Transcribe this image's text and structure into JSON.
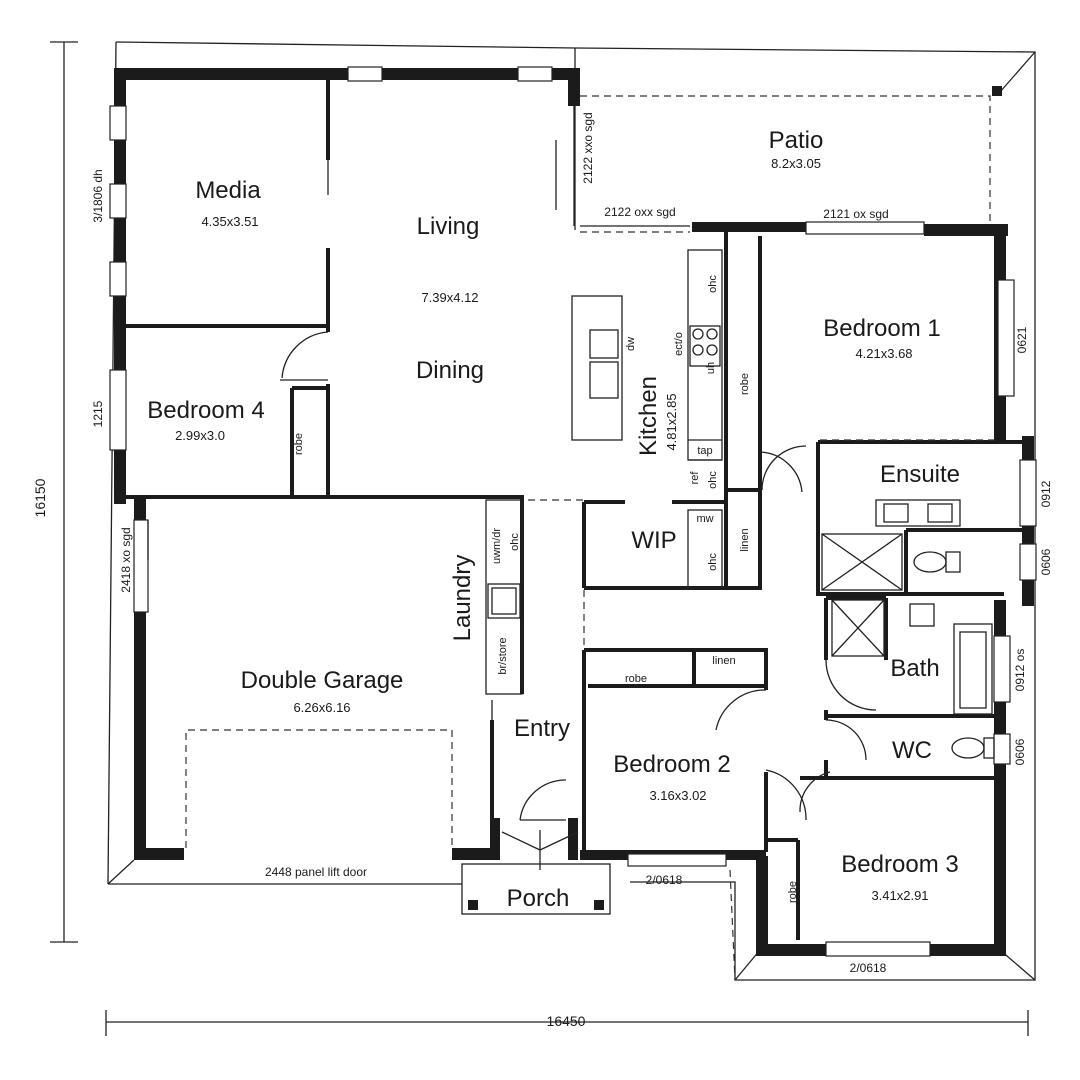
{
  "rooms": {
    "media": {
      "name": "Media",
      "dim": "4.35x3.51"
    },
    "living": {
      "name": "Living",
      "dim": "7.39x4.12"
    },
    "dining": {
      "name": "Dining"
    },
    "kitchen": {
      "name": "Kitchen",
      "dim": "4.81x2.85"
    },
    "patio": {
      "name": "Patio",
      "dim": "8.2x3.05"
    },
    "bedroom1": {
      "name": "Bedroom 1",
      "dim": "4.21x3.68"
    },
    "bedroom4": {
      "name": "Bedroom 4",
      "dim": "2.99x3.0"
    },
    "ensuite": {
      "name": "Ensuite"
    },
    "wip": {
      "name": "WIP"
    },
    "laundry": {
      "name": "Laundry"
    },
    "garage": {
      "name": "Double Garage",
      "dim": "6.26x6.16"
    },
    "entry": {
      "name": "Entry"
    },
    "bedroom2": {
      "name": "Bedroom 2",
      "dim": "3.16x3.02"
    },
    "bath": {
      "name": "Bath"
    },
    "wc": {
      "name": "WC"
    },
    "bedroom3": {
      "name": "Bedroom 3",
      "dim": "3.41x2.91"
    },
    "porch": {
      "name": "Porch"
    }
  },
  "labels": {
    "robe": "robe",
    "linen": "linen",
    "ohc": "ohc",
    "dw": "dw",
    "ect_o": "ect/o",
    "uh": "uh",
    "tap": "tap",
    "ref": "ref",
    "mw": "mw",
    "uwm_dr": "uwm/dr",
    "br_store": "br/store"
  },
  "annotations": {
    "media_window": "3/1806 dh",
    "patio_door_top": "2122 xxo sgd",
    "patio_door_living": "2122 oxx sgd",
    "patio_door_bed1": "2121 ox sgd",
    "bed4_window": "1215",
    "bed1_window": "0621",
    "ensuite_window": "0912",
    "ensuite_window2": "0606",
    "garage_door_side": "2418 xo sgd",
    "bath_window": "0912 os",
    "wc_window": "0606",
    "garage_door": "2448 panel lift door",
    "bed2_window": "2/0618",
    "bed3_window": "2/0618"
  },
  "dimensions": {
    "total_width": "16450",
    "total_depth": "16150"
  }
}
